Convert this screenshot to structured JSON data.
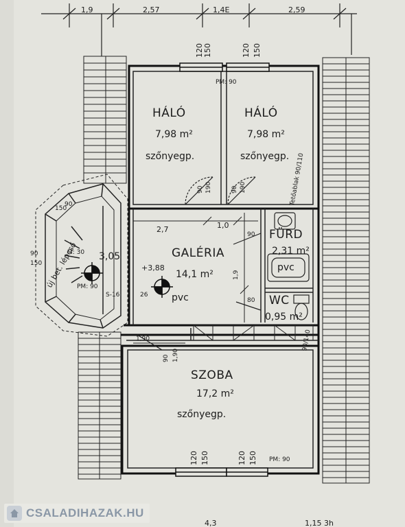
{
  "dimensions_top": [
    "1,9",
    "2,57",
    "1,4E",
    "2,59"
  ],
  "dim_bottom_partial": [
    "4,3",
    "1,15 3h"
  ],
  "rooms": {
    "halo1": {
      "name": "HÁLÓ",
      "area": "7,98 m²",
      "floor": "szőnyegp."
    },
    "halo2": {
      "name": "HÁLÓ",
      "area": "7,98 m²",
      "floor": "szőnyegp."
    },
    "galeria": {
      "name": "GALÉRIA",
      "level": "+3,88",
      "area": "14,1 m²",
      "floor": "pvc"
    },
    "furdo": {
      "name": "FÜRD",
      "area": "2,31 m²",
      "floor": "pvc"
    },
    "wc": {
      "name": "WC",
      "area": "0,95 m²"
    },
    "szoba": {
      "name": "SZOBA",
      "area": "17,2 m²",
      "floor": "szőnyegp."
    }
  },
  "stair": {
    "level": "3,05",
    "note": "új bet. lépcső"
  },
  "window_marks": {
    "top_left": [
      "120",
      "150"
    ],
    "top_right": [
      "120",
      "150"
    ],
    "bottom_left": [
      "120",
      "150"
    ],
    "bottom_right": [
      "120",
      "150"
    ],
    "parapet_top": "PM: 90",
    "parapet_bottom": "PM: 90"
  },
  "misc_labels": {
    "d1": "2,7",
    "d2": "1,0",
    "d3": "1,9",
    "d4": "1,90",
    "door_90_1": "90",
    "door_90_2": "90",
    "door_190_1": "190",
    "door_190_2": "190",
    "door_furd": "90",
    "door_wc": "80",
    "door_szoba_w": "90",
    "door_szoba_h": "1,90",
    "teto_ablak": "Tetőablak 90/110",
    "roof_window_right": "90/140",
    "st_90": "90",
    "st_150": "150",
    "st_pm": "PM: 90",
    "st_cut": "S-16",
    "st_26": "26",
    "st_mg": "M: 30",
    "side_left_90": "90",
    "side_left_150": "150"
  },
  "watermark": {
    "text": "CSALADIHAZAK.HU",
    "icon": "house-logo-icon"
  }
}
